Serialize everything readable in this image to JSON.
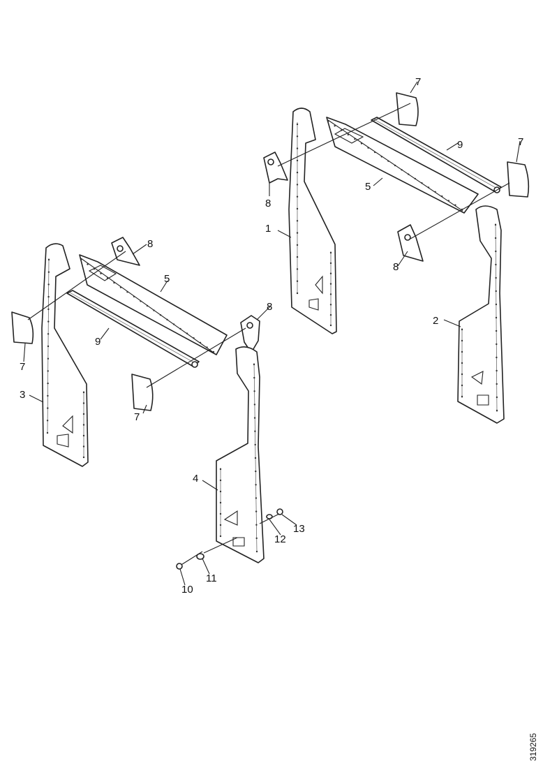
{
  "diagram": {
    "document_number": "319265",
    "callouts": {
      "c1": "1",
      "c2": "2",
      "c3": "3",
      "c4": "4",
      "c5a": "5",
      "c5b": "5",
      "c7a": "7",
      "c7b": "7",
      "c7c": "7",
      "c7d": "7",
      "c8a": "8",
      "c8b": "8",
      "c8c": "8",
      "c8d": "8",
      "c9a": "9",
      "c9b": "9",
      "c10": "10",
      "c11": "11",
      "c12": "12",
      "c13": "13"
    }
  }
}
